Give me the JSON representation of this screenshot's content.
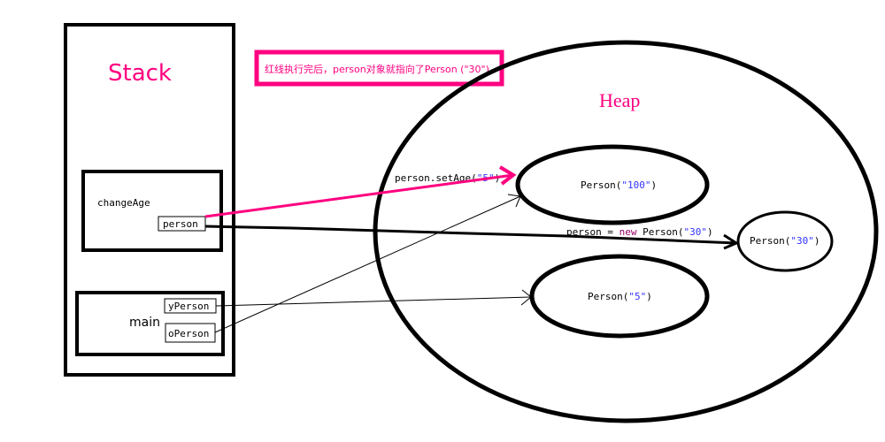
{
  "colors": {
    "accent": "#ff0080",
    "string_literal": "#3333ff",
    "keyword": "#990066",
    "stroke": "#000000",
    "background": "#ffffff"
  },
  "note": {
    "text": "红线执行完后，person对象就指向了Person (\"30\")"
  },
  "stack": {
    "title": "Stack",
    "frames": [
      {
        "name": "changeAge",
        "variables": [
          "person"
        ]
      },
      {
        "name": "main",
        "variables": [
          "yPerson",
          "oPerson"
        ]
      }
    ]
  },
  "heap": {
    "title": "Heap",
    "objects": [
      {
        "id": "p100",
        "prefix": "Person(",
        "arg": "\"100\"",
        "suffix": ")"
      },
      {
        "id": "p30",
        "prefix": "Person(",
        "arg": "\"30\"",
        "suffix": ")"
      },
      {
        "id": "p5",
        "prefix": "Person(",
        "arg": "\"5\"",
        "suffix": ")"
      }
    ]
  },
  "arrows": [
    {
      "from": "oPerson",
      "to": "p100",
      "style": "thin"
    },
    {
      "from": "yPerson",
      "to": "p5",
      "style": "thin"
    },
    {
      "from": "person",
      "to": "p100",
      "style": "thick-accent",
      "label": {
        "code": "person.setAge(",
        "arg": "\"5\"",
        "end": ")"
      }
    },
    {
      "from": "person",
      "to": "p30",
      "style": "thick",
      "label": {
        "lhs": "person = ",
        "keyword": "new",
        "rhs": " Person(",
        "arg": "\"30\"",
        "end": ")"
      }
    }
  ]
}
